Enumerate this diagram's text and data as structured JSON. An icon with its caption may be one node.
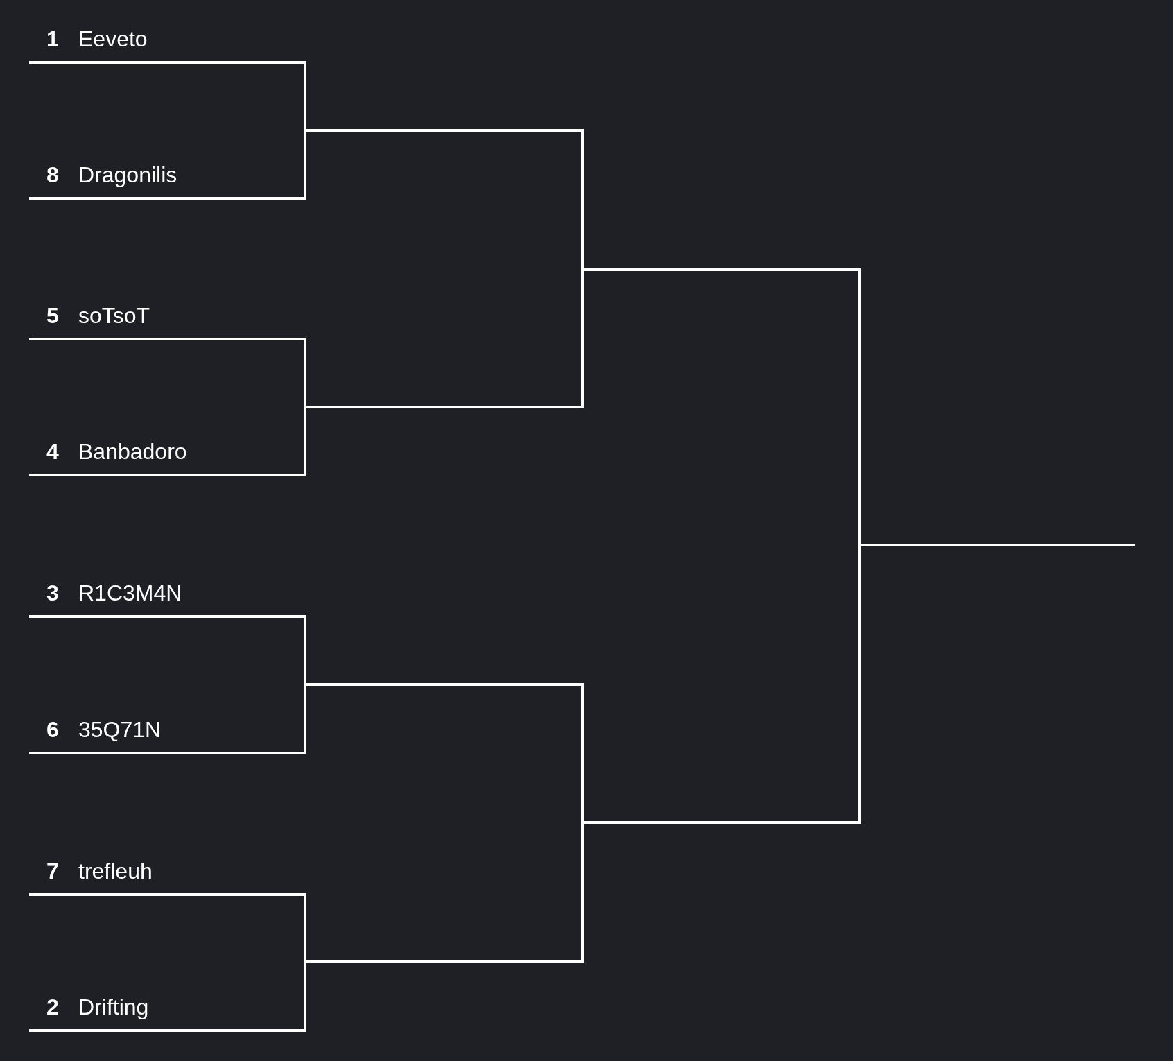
{
  "diagram": {
    "nodes": [
      {
        "text": [
          "1",
          "Eeveto"
        ]
      },
      {
        "text": [
          "8",
          "Dragonilis"
        ]
      },
      {
        "text": [
          "5",
          "soTsoT"
        ]
      },
      {
        "text": [
          "4",
          "Banbadoro"
        ]
      },
      {
        "text": [
          "3",
          "R1C3M4N"
        ]
      },
      {
        "text": [
          "6",
          "35Q71N"
        ]
      },
      {
        "text": [
          "7",
          "trefleuh"
        ]
      },
      {
        "text": [
          "2",
          "Drifting"
        ]
      },
      {
        "text": [],
        "shape": "line"
      },
      {
        "text": [],
        "shape": "line"
      },
      {
        "text": [],
        "shape": "line"
      },
      {
        "text": [],
        "shape": "line"
      },
      {
        "text": [],
        "shape": "line"
      },
      {
        "text": [],
        "shape": "line"
      },
      {
        "text": [],
        "shape": "line"
      }
    ],
    "edges": [
      {
        "from": 0,
        "to": 8,
        "arrow": "none"
      },
      {
        "from": 1,
        "to": 8,
        "arrow": "none"
      },
      {
        "from": 2,
        "to": 9,
        "arrow": "none"
      },
      {
        "from": 3,
        "to": 9,
        "arrow": "none"
      },
      {
        "from": 4,
        "to": 10,
        "arrow": "none"
      },
      {
        "from": 5,
        "to": 10,
        "arrow": "none"
      },
      {
        "from": 6,
        "to": 11,
        "arrow": "none"
      },
      {
        "from": 7,
        "to": 11,
        "arrow": "none"
      },
      {
        "from": 8,
        "to": 12,
        "arrow": "none"
      },
      {
        "from": 9,
        "to": 12,
        "arrow": "none"
      },
      {
        "from": 10,
        "to": 13,
        "arrow": "none"
      },
      {
        "from": 11,
        "to": 13,
        "arrow": "none"
      },
      {
        "from": 12,
        "to": 14,
        "arrow": "none"
      },
      {
        "from": 13,
        "to": 14,
        "arrow": "none"
      }
    ]
  }
}
